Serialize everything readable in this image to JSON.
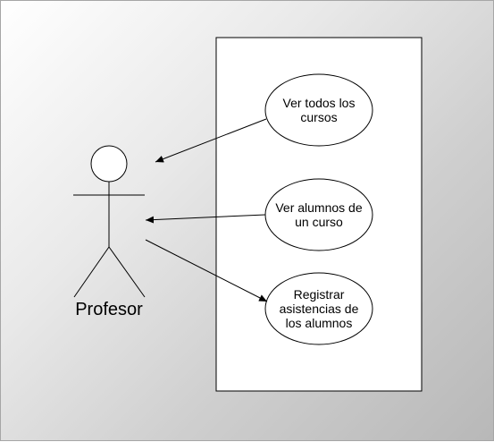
{
  "actor": {
    "name": "Profesor"
  },
  "use_cases": [
    {
      "label": "Ver todos los cursos"
    },
    {
      "label": "Ver alumnos de un curso"
    },
    {
      "label": "Registrar asistencias de los alumnos"
    }
  ],
  "colors": {
    "stroke": "#000000",
    "fill": "#ffffff"
  }
}
